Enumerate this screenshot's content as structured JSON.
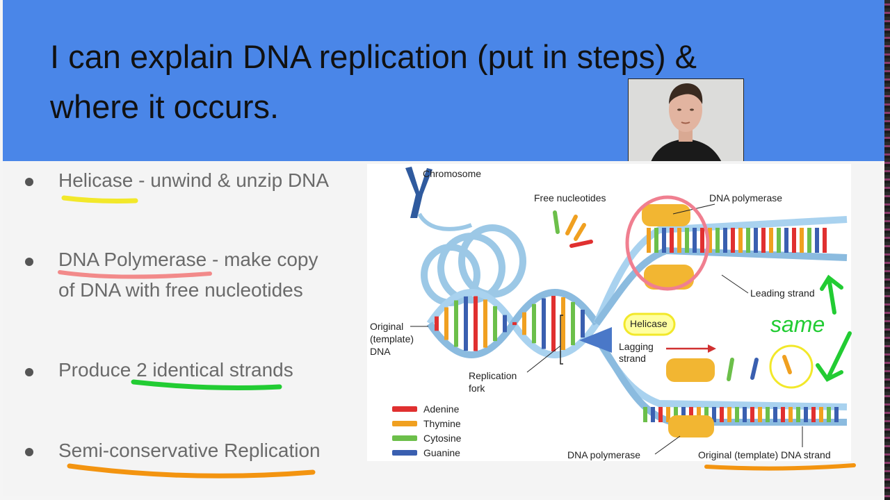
{
  "slide": {
    "title_line1": "I can explain DNA replication (put in steps) &",
    "title_line2": "where it occurs."
  },
  "bullets": [
    {
      "lines": [
        "Helicase - unwind & unzip DNA"
      ],
      "underline_color": "#f0e830"
    },
    {
      "lines": [
        "DNA Polymerase - make copy",
        "of DNA with free nucleotides"
      ],
      "underline_color": "#f08080"
    },
    {
      "lines": [
        "Produce 2 identical strands"
      ],
      "underline_color": "#22cc22"
    },
    {
      "lines": [
        "Semi-conservative Replication"
      ],
      "underline_color": "#f08a10"
    }
  ],
  "diagram": {
    "labels": {
      "chromosome": "Chromosome",
      "free_nucleotides": "Free nucleotides",
      "dna_polymerase_top": "DNA polymerase",
      "leading_strand": "Leading strand",
      "original_line1": "Original",
      "original_line2": "(template)",
      "original_line3": "DNA",
      "helicase": "Helicase",
      "lagging_line1": "Lagging",
      "lagging_line2": "strand",
      "replication_line1": "Replication",
      "replication_line2": "fork",
      "dna_polymerase_bottom": "DNA polymerase",
      "original_template_strand": "Original (template) DNA strand"
    },
    "legend": [
      {
        "name": "Adenine",
        "color": "#e03030"
      },
      {
        "name": "Thymine",
        "color": "#f0a020"
      },
      {
        "name": "Cytosine",
        "color": "#6cbf4a"
      },
      {
        "name": "Guanine",
        "color": "#3a5fb0"
      }
    ],
    "annotation": "same"
  }
}
